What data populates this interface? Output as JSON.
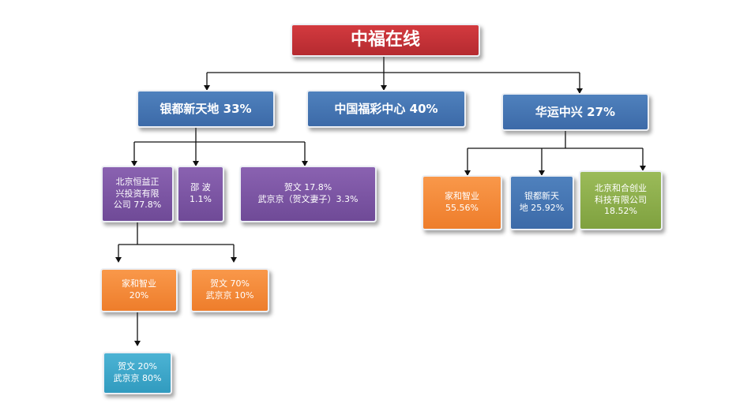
{
  "diagram": {
    "root": {
      "label": "中福在线"
    },
    "level1": {
      "yindu": {
        "label": "银都新天地 33%"
      },
      "zhongguo": {
        "label": "中国福彩中心 40%"
      },
      "huayun": {
        "label": "华运中兴 27%"
      }
    },
    "yindu_children": {
      "beijing_hengyi": {
        "lines": [
          "北京恒益正",
          "兴投资有限",
          "公司 77.8%"
        ]
      },
      "shaobo": {
        "lines": [
          "邵 波",
          "1.1%"
        ]
      },
      "hewen": {
        "lines": [
          "贺文 17.8%",
          "武京京（贺文妻子）3.3%"
        ]
      }
    },
    "huayun_children": {
      "jiahe": {
        "lines": [
          "家和智业",
          "55.56%"
        ]
      },
      "yindu_xintiandi": {
        "lines": [
          "银都新天",
          "地 25.92%"
        ]
      },
      "beijing_hehe": {
        "lines": [
          "北京和合创业",
          "科技有限公司",
          "18.52%"
        ]
      }
    },
    "hengyi_children": {
      "jiahe": {
        "lines": [
          "家和智业",
          "20%"
        ]
      },
      "hewen_wu": {
        "lines": [
          "贺文 70%",
          "武京京 10%"
        ]
      }
    },
    "jiahe_children": {
      "hewen_wu": {
        "lines": [
          "贺文 20%",
          "武京京 80%"
        ]
      }
    }
  }
}
